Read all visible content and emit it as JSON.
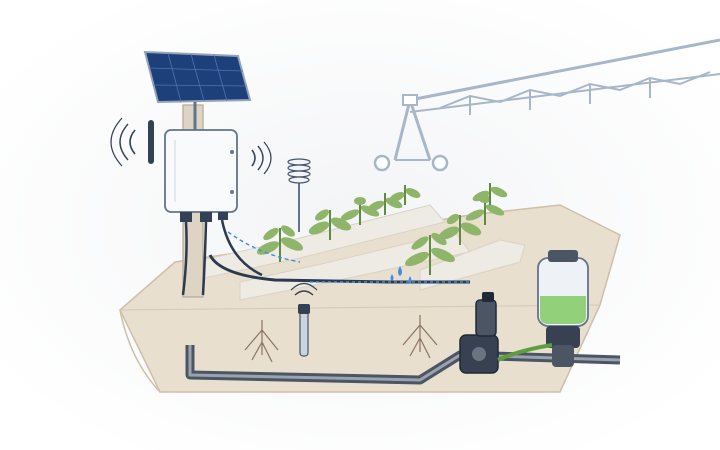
{
  "illustration": {
    "components": [
      "solar-panel",
      "wireless-controller-box",
      "weather-sensor",
      "center-pivot-irrigation",
      "crop-rows",
      "soil-moisture-probe",
      "solenoid-valve",
      "fertilizer-injection-tank",
      "underground-pipe",
      "drip-line"
    ],
    "colors": {
      "soil": "#e9dfcf",
      "soil_edge": "#cdbfa8",
      "ridge": "#eeebe4",
      "plant": "#8fb56a",
      "plant_dark": "#5f8a42",
      "solar_panel": "#1d3f7a",
      "pipe": "#4b5563",
      "fertilizer": "#93d07a",
      "water": "#3f8fe0",
      "cable": "#2b3a4e",
      "pivot": "#a7b6c9"
    }
  }
}
